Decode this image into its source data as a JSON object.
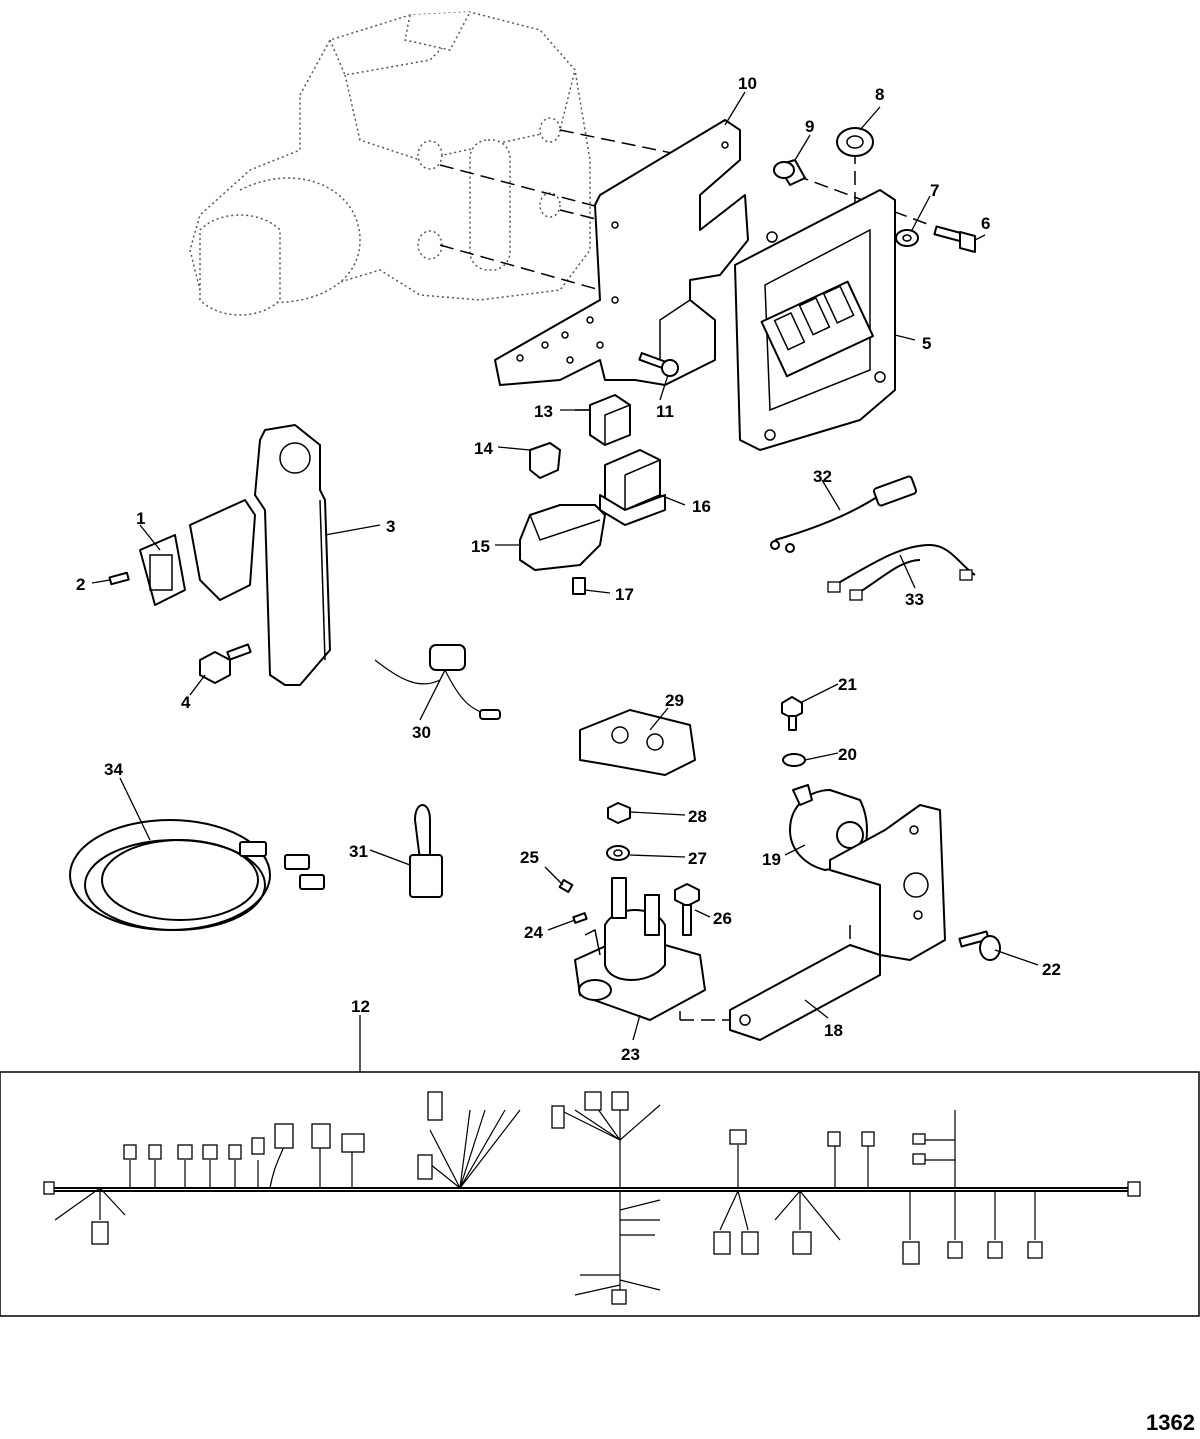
{
  "figure_number": "1362",
  "callouts": [
    {
      "id": "1",
      "label": "1"
    },
    {
      "id": "2",
      "label": "2"
    },
    {
      "id": "3",
      "label": "3"
    },
    {
      "id": "4",
      "label": "4"
    },
    {
      "id": "5",
      "label": "5"
    },
    {
      "id": "6",
      "label": "6"
    },
    {
      "id": "7",
      "label": "7"
    },
    {
      "id": "8",
      "label": "8"
    },
    {
      "id": "9",
      "label": "9"
    },
    {
      "id": "10",
      "label": "10"
    },
    {
      "id": "11",
      "label": "11"
    },
    {
      "id": "12",
      "label": "12"
    },
    {
      "id": "13",
      "label": "13"
    },
    {
      "id": "14",
      "label": "14"
    },
    {
      "id": "15",
      "label": "15"
    },
    {
      "id": "16",
      "label": "16"
    },
    {
      "id": "17",
      "label": "17"
    },
    {
      "id": "18",
      "label": "18"
    },
    {
      "id": "19",
      "label": "19"
    },
    {
      "id": "20",
      "label": "20"
    },
    {
      "id": "21",
      "label": "21"
    },
    {
      "id": "22",
      "label": "22"
    },
    {
      "id": "23",
      "label": "23"
    },
    {
      "id": "24",
      "label": "24"
    },
    {
      "id": "25",
      "label": "25"
    },
    {
      "id": "26",
      "label": "26"
    },
    {
      "id": "27",
      "label": "27"
    },
    {
      "id": "28",
      "label": "28"
    },
    {
      "id": "29",
      "label": "29"
    },
    {
      "id": "30",
      "label": "30"
    },
    {
      "id": "31",
      "label": "31"
    },
    {
      "id": "32",
      "label": "32"
    },
    {
      "id": "33",
      "label": "33"
    },
    {
      "id": "34",
      "label": "34"
    }
  ]
}
